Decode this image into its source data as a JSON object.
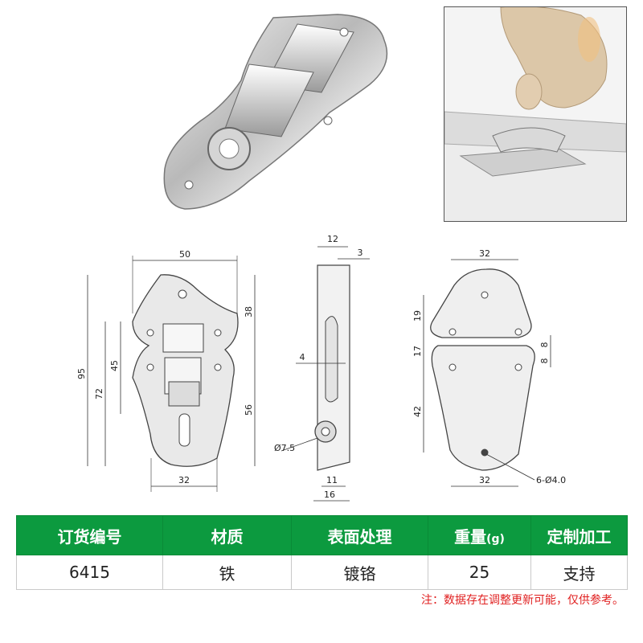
{
  "front_view": {
    "width_top": "50",
    "width_bottom": "32",
    "height_total": "95",
    "height_72": "72",
    "height_45": "45",
    "height_38": "38",
    "height_56": "56"
  },
  "side_view": {
    "depth_12": "12",
    "depth_3": "3",
    "offset_4": "4",
    "ring_dia": "Ø7.5",
    "bottom_11": "11",
    "bottom_16": "16"
  },
  "back_view": {
    "width_top": "32",
    "width_bottom": "32",
    "h19": "19",
    "h17": "17",
    "h42": "42",
    "h8a": "8",
    "h8b": "8",
    "holes": "6-Ø4.0"
  },
  "table": {
    "headers": [
      "订货编号",
      "材质",
      "表面处理",
      "重量",
      "定制加工"
    ],
    "weight_unit": "(g)",
    "row": [
      "6415",
      "铁",
      "镀铬",
      "25",
      "支持"
    ]
  },
  "note": "注：数据存在调整更新可能，仅供参考。"
}
